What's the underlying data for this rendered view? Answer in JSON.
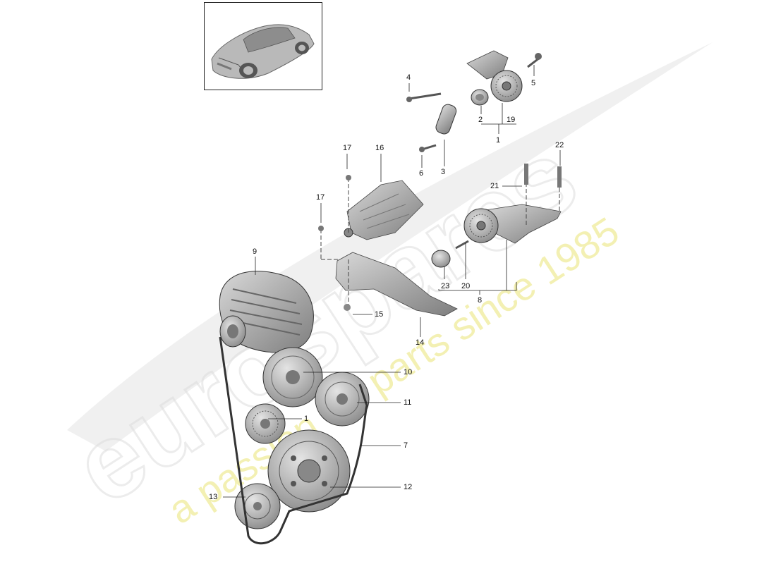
{
  "watermark": {
    "brand": "eurospares",
    "tagline": "a passion for parts since 1985",
    "brand_color": "#e6e6e6",
    "tagline_color": "#f2f0a8"
  },
  "thumbnail": {
    "icon": "car-icon"
  },
  "callouts": {
    "c1a": "1",
    "c1b": "1",
    "c2": "2",
    "c3": "3",
    "c4": "4",
    "c5": "5",
    "c6": "6",
    "c7": "7",
    "c8": "8",
    "c9": "9",
    "c10": "10",
    "c11": "11",
    "c12": "12",
    "c13": "13",
    "c14": "14",
    "c15": "15",
    "c16": "16",
    "c17a": "17",
    "c17b": "17",
    "c19": "19",
    "c20": "20",
    "c21": "21",
    "c22": "22",
    "c23": "23"
  }
}
